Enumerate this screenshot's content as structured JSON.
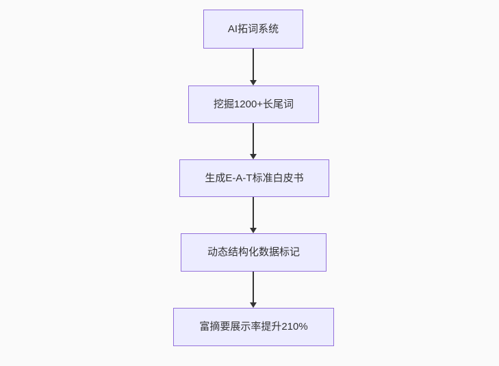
{
  "flowchart": {
    "type": "vertical-flowchart",
    "background_color": "#fafafa",
    "node_fill_color": "#ececff",
    "node_border_color": "#9370db",
    "text_color": "#333333",
    "arrow_color": "#333333",
    "nodes": [
      {
        "id": "n1",
        "label": "AI拓词系统"
      },
      {
        "id": "n2",
        "label": "挖掘1200+长尾词"
      },
      {
        "id": "n3",
        "label": "生成E-A-T标准白皮书"
      },
      {
        "id": "n4",
        "label": "动态结构化数据标记"
      },
      {
        "id": "n5",
        "label": "富摘要展示率提升210%"
      }
    ],
    "edges": [
      {
        "from": "AI拓词系统",
        "to": "挖掘1200+长尾词"
      },
      {
        "from": "挖掘1200+长尾词",
        "to": "生成E-A-T标准白皮书"
      },
      {
        "from": "生成E-A-T标准白皮书",
        "to": "动态结构化数据标记"
      },
      {
        "from": "动态结构化数据标记",
        "to": "富摘要展示率提升210%"
      }
    ]
  }
}
